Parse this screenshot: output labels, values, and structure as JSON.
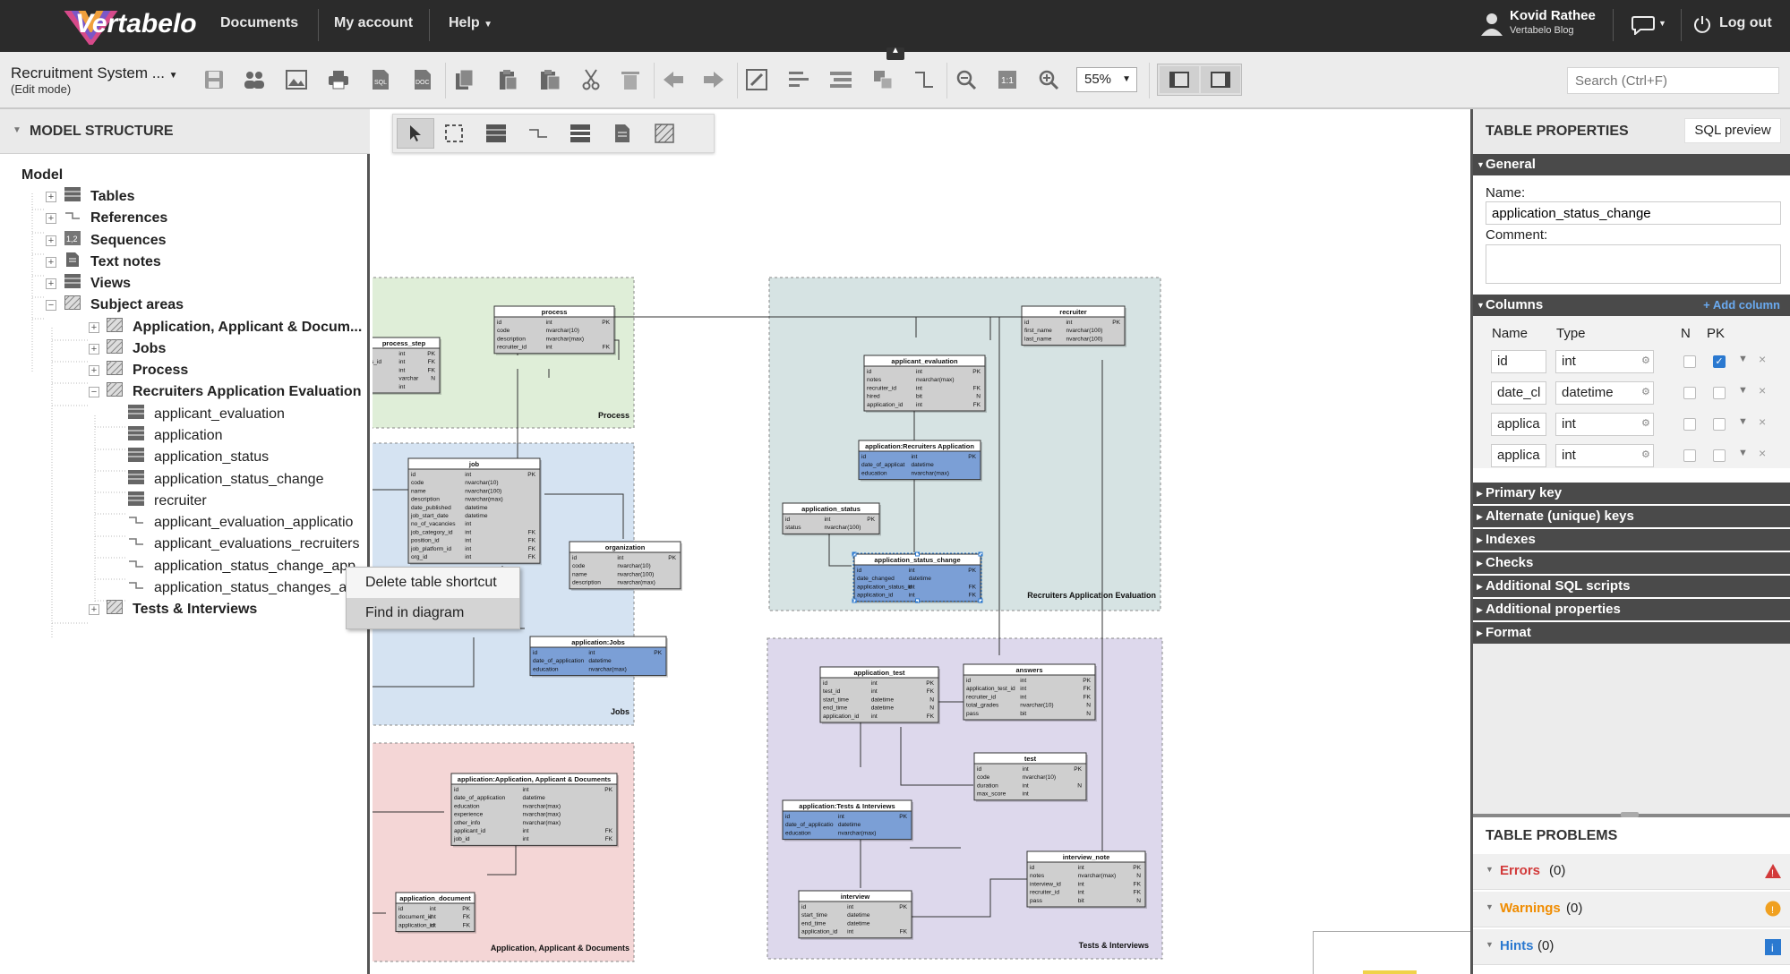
{
  "app": {
    "logo": "Vertabelo"
  },
  "nav": {
    "documents": "Documents",
    "my_account": "My account",
    "help": "Help"
  },
  "user": {
    "name": "Kovid Rathee",
    "sub": "Vertabelo Blog",
    "logout": "Log out"
  },
  "document": {
    "title": "Recruitment System ...",
    "mode": "(Edit mode)"
  },
  "toolbar": {
    "zoom": "55%",
    "search_placeholder": "Search (Ctrl+F)"
  },
  "model_structure": {
    "header": "MODEL STRUCTURE",
    "root": "Model",
    "items": [
      "Tables",
      "References",
      "Sequences",
      "Text notes",
      "Views",
      "Subject areas"
    ],
    "subject_areas": [
      "Application, Applicant & Docum...",
      "Jobs",
      "Process",
      "Recruiters Application Evaluation",
      "Tests & Interviews"
    ],
    "rae_children": [
      "applicant_evaluation",
      "application",
      "application_status",
      "application_status_change",
      "recruiter",
      "applicant_evaluation_applicatio",
      "applicant_evaluations_recruiters",
      "application_status_change_app...",
      "application_status_changes_ap..."
    ]
  },
  "context_menu": {
    "items": [
      "Delete table shortcut",
      "Find in diagram"
    ]
  },
  "table_properties": {
    "header": "TABLE PROPERTIES",
    "sql_preview": "SQL preview",
    "general": "General",
    "name_label": "Name:",
    "name_value": "application_status_change",
    "comment_label": "Comment:",
    "columns_label": "Columns",
    "add_column": "+ Add column",
    "col_headers": {
      "name": "Name",
      "type": "Type",
      "n": "N",
      "pk": "PK"
    },
    "columns": [
      {
        "name": "id",
        "type": "int",
        "pk": true
      },
      {
        "name": "date_cl",
        "type": "datetime",
        "pk": false
      },
      {
        "name": "applica",
        "type": "int",
        "pk": false
      },
      {
        "name": "applica",
        "type": "int",
        "pk": false
      }
    ],
    "sections": [
      "Primary key",
      "Alternate (unique) keys",
      "Indexes",
      "Checks",
      "Additional SQL scripts",
      "Additional properties",
      "Format"
    ]
  },
  "table_problems": {
    "header": "TABLE PROBLEMS",
    "errors_label": "Errors",
    "errors_count": "(0)",
    "warnings_label": "Warnings",
    "warnings_count": "(0)",
    "hints_label": "Hints",
    "hints_count": "(0)"
  },
  "diagram": {
    "areas": {
      "process": "Process",
      "jobs": "Jobs",
      "aad": "Application, Applicant & Documents",
      "rae": "Recruiters Application Evaluation",
      "ti": "Tests & Interviews"
    },
    "tables": {
      "process": {
        "title": "process",
        "rows": [
          [
            "id",
            "int",
            "PK"
          ],
          [
            "code",
            "nvarchar(10)",
            ""
          ],
          [
            "description",
            "nvarchar(max)",
            ""
          ],
          [
            "recruiter_id",
            "int",
            "FK"
          ]
        ]
      },
      "process_step": {
        "title": "process_step",
        "rows": [
          [
            "",
            "int",
            "PK"
          ],
          [
            "s_id",
            "int",
            "FK"
          ],
          [
            "",
            "int",
            "FK"
          ],
          [
            "",
            "varchar",
            "N"
          ],
          [
            "",
            "int",
            ""
          ]
        ]
      },
      "job": {
        "title": "job",
        "rows": [
          [
            "id",
            "int",
            "PK"
          ],
          [
            "code",
            "nvarchar(10)",
            ""
          ],
          [
            "name",
            "nvarchar(100)",
            ""
          ],
          [
            "description",
            "nvarchar(max)",
            ""
          ],
          [
            "date_published",
            "datetime",
            ""
          ],
          [
            "job_start_date",
            "datetime",
            ""
          ],
          [
            "no_of_vacancies",
            "int",
            ""
          ],
          [
            "job_category_id",
            "int",
            "FK"
          ],
          [
            "position_id",
            "int",
            "FK"
          ],
          [
            "job_platform_id",
            "int",
            "FK"
          ],
          [
            "org_id",
            "int",
            "FK"
          ]
        ]
      },
      "organization": {
        "title": "organization",
        "rows": [
          [
            "id",
            "int",
            "PK"
          ],
          [
            "code",
            "nvarchar(10)",
            ""
          ],
          [
            "name",
            "nvarchar(100)",
            ""
          ],
          [
            "description",
            "nvarchar(max)",
            ""
          ]
        ]
      },
      "application_jobs": {
        "title": "application:Jobs",
        "rows": [
          [
            "id",
            "int",
            "PK"
          ],
          [
            "date_of_application",
            "datetime",
            ""
          ],
          [
            "education",
            "nvarchar(max)",
            ""
          ]
        ]
      },
      "app_aad": {
        "title": "application:Application, Applicant & Documents",
        "rows": [
          [
            "id",
            "int",
            "PK"
          ],
          [
            "date_of_application",
            "datetime",
            ""
          ],
          [
            "education",
            "nvarchar(max)",
            ""
          ],
          [
            "experience",
            "nvarchar(max)",
            ""
          ],
          [
            "other_info",
            "nvarchar(max)",
            ""
          ],
          [
            "applicant_id",
            "int",
            "FK"
          ],
          [
            "job_id",
            "int",
            "FK"
          ]
        ]
      },
      "application_document": {
        "title": "application_document",
        "rows": [
          [
            "id",
            "int",
            "PK"
          ],
          [
            "document_id",
            "int",
            "FK"
          ],
          [
            "application_id",
            "int",
            "FK"
          ]
        ]
      },
      "recruiter": {
        "title": "recruiter",
        "rows": [
          [
            "id",
            "int",
            "PK"
          ],
          [
            "first_name",
            "nvarchar(100)",
            ""
          ],
          [
            "last_name",
            "nvarchar(100)",
            ""
          ]
        ]
      },
      "applicant_evaluation": {
        "title": "applicant_evaluation",
        "rows": [
          [
            "id",
            "int",
            "PK"
          ],
          [
            "notes",
            "nvarchar(max)",
            ""
          ],
          [
            "recruiter_id",
            "int",
            "FK"
          ],
          [
            "hired",
            "bit",
            "N"
          ],
          [
            "application_id",
            "int",
            "FK"
          ]
        ]
      },
      "app_rae": {
        "title": "application:Recruiters Application",
        "rows": [
          [
            "id",
            "int",
            "PK"
          ],
          [
            "date_of_applicat",
            "datetime",
            ""
          ],
          [
            "education",
            "nvarchar(max)",
            ""
          ]
        ]
      },
      "application_status": {
        "title": "application_status",
        "rows": [
          [
            "id",
            "int",
            "PK"
          ],
          [
            "status",
            "nvarchar(100)",
            ""
          ]
        ]
      },
      "application_status_change": {
        "title": "application_status_change",
        "rows": [
          [
            "id",
            "int",
            "PK"
          ],
          [
            "date_changed",
            "datetime",
            ""
          ],
          [
            "application_status_id",
            "int",
            "FK"
          ],
          [
            "application_id",
            "int",
            "FK"
          ]
        ]
      },
      "application_test": {
        "title": "application_test",
        "rows": [
          [
            "id",
            "int",
            "PK"
          ],
          [
            "test_id",
            "int",
            "FK"
          ],
          [
            "start_time",
            "datetime",
            "N"
          ],
          [
            "end_time",
            "datetime",
            "N"
          ],
          [
            "application_id",
            "int",
            "FK"
          ]
        ]
      },
      "answers": {
        "title": "answers",
        "rows": [
          [
            "id",
            "int",
            "PK"
          ],
          [
            "application_test_id",
            "int",
            "FK"
          ],
          [
            "recruiter_id",
            "int",
            "FK"
          ],
          [
            "total_grades",
            "nvarchar(10)",
            "N"
          ],
          [
            "pass",
            "bit",
            "N"
          ]
        ]
      },
      "test": {
        "title": "test",
        "rows": [
          [
            "id",
            "int",
            "PK"
          ],
          [
            "code",
            "nvarchar(10)",
            ""
          ],
          [
            "duration",
            "int",
            "N"
          ],
          [
            "max_score",
            "int",
            ""
          ]
        ]
      },
      "app_ti": {
        "title": "application:Tests & Interviews",
        "rows": [
          [
            "id",
            "int",
            "PK"
          ],
          [
            "date_of_applicatio",
            "datetime",
            ""
          ],
          [
            "education",
            "nvarchar(max)",
            ""
          ]
        ]
      },
      "interview": {
        "title": "interview",
        "rows": [
          [
            "id",
            "int",
            "PK"
          ],
          [
            "start_time",
            "datetime",
            ""
          ],
          [
            "end_time",
            "datetime",
            ""
          ],
          [
            "application_id",
            "int",
            "FK"
          ]
        ]
      },
      "interview_note": {
        "title": "interview_note",
        "rows": [
          [
            "id",
            "int",
            "PK"
          ],
          [
            "notes",
            "nvarchar(max)",
            "N"
          ],
          [
            "interview_id",
            "int",
            "FK"
          ],
          [
            "recruiter_id",
            "int",
            "FK"
          ],
          [
            "pass",
            "bit",
            "N"
          ]
        ]
      }
    }
  },
  "colors": {
    "process_area": "#dfeed8",
    "jobs_area": "#d5e3f2",
    "aad_area": "#f4d6d6",
    "rae_area": "#d6e3e3",
    "ti_area": "#ddd8ec",
    "table_header": "#ffffff",
    "table_body": "#cfcfcf",
    "shortcut_body": "#7b9fd6",
    "accent_link": "#1a6fd6",
    "errors": "#d23a3a",
    "warnings": "#f08c00",
    "hints": "#2b79d0"
  }
}
